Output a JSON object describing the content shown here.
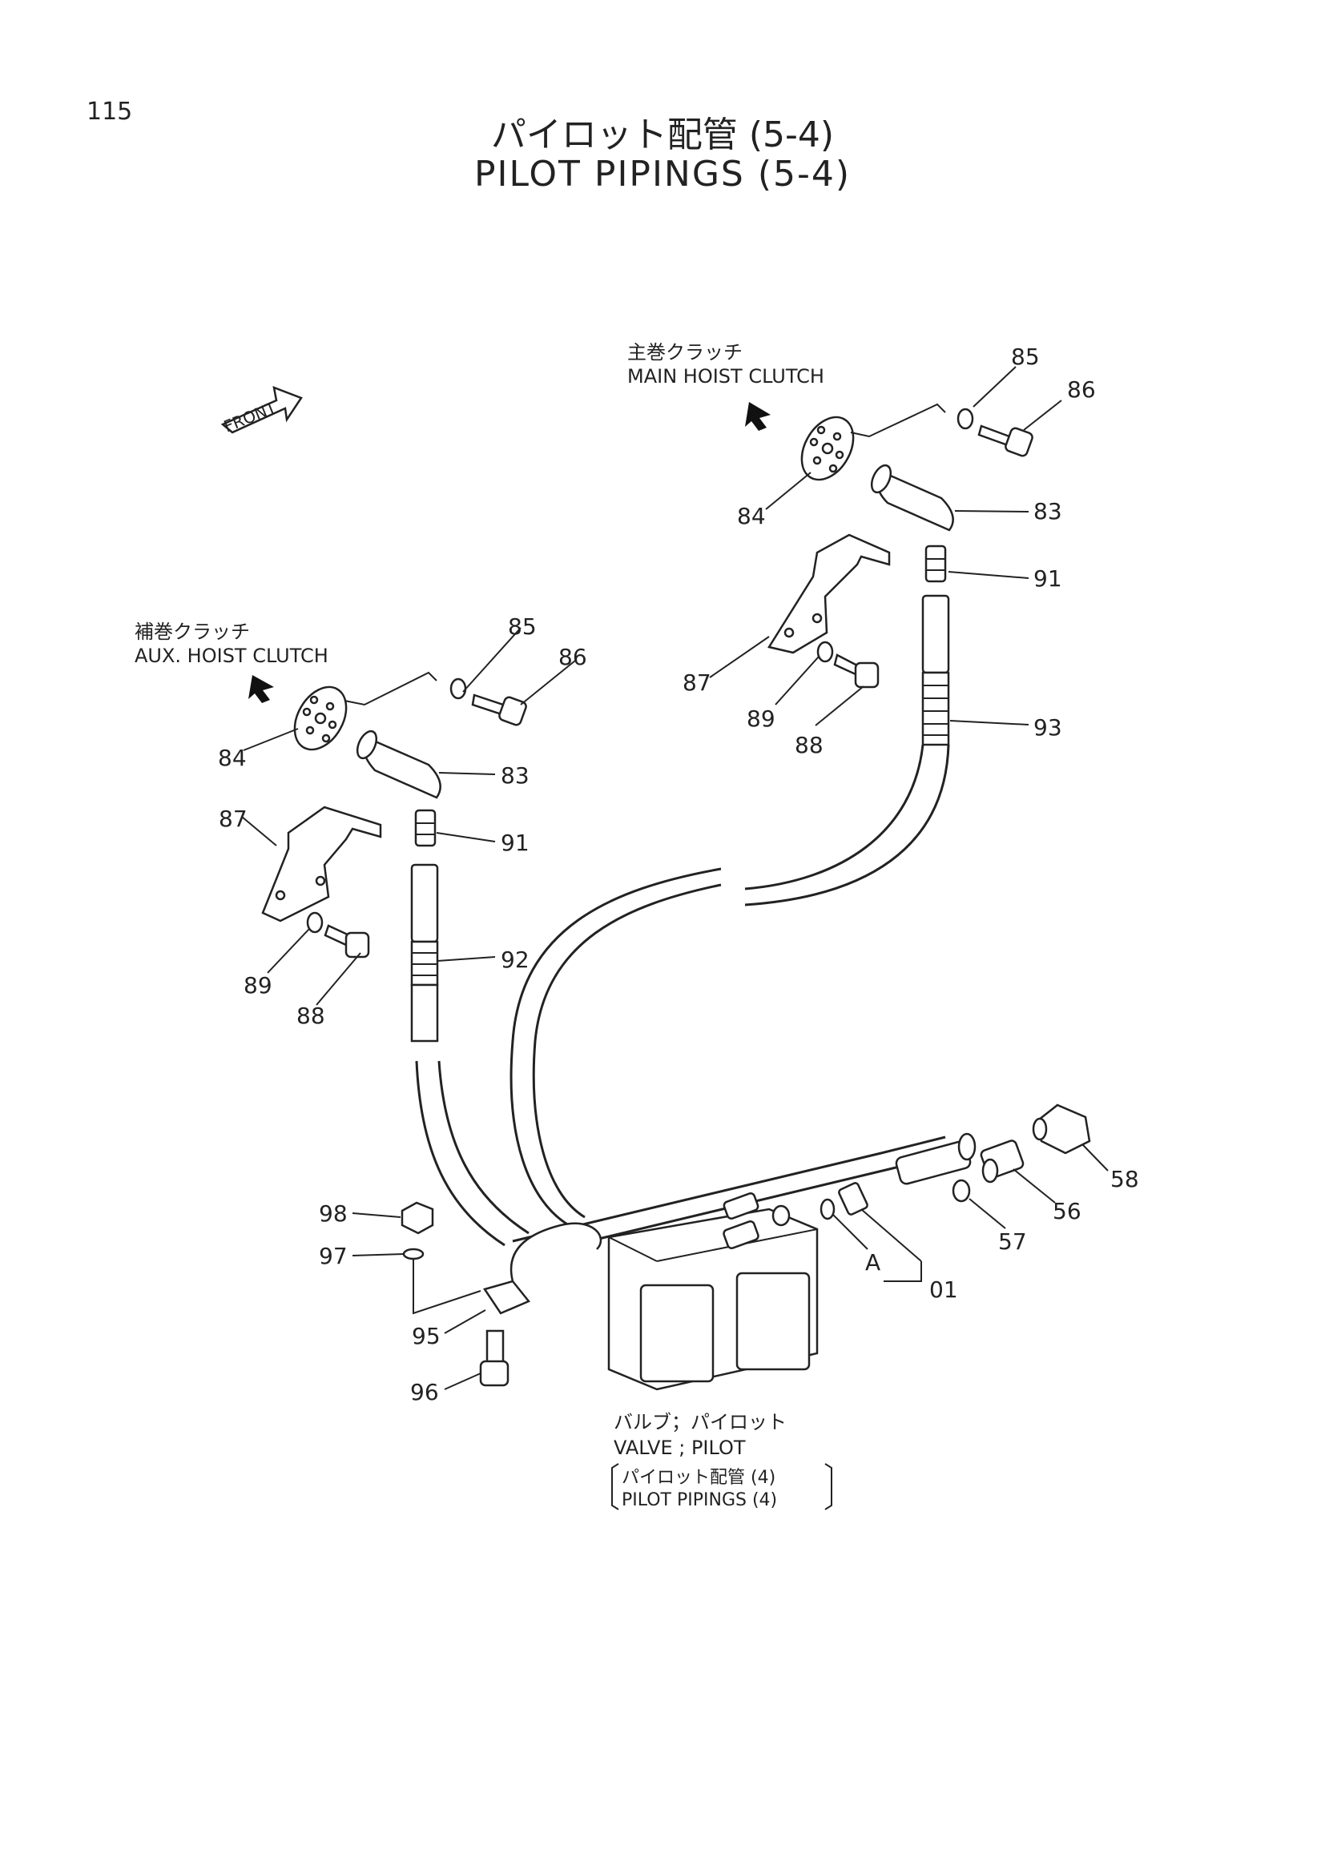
{
  "page_number": "115",
  "title_jp": "パイロット配管 (5-4)",
  "title_en": "PILOT PIPINGS (5-4)",
  "front_label": "FRONT",
  "main_hoist": {
    "jp": "主巻クラッチ",
    "en": "MAIN HOIST CLUTCH"
  },
  "aux_hoist": {
    "jp": "補巻クラッチ",
    "en": "AUX. HOIST CLUTCH"
  },
  "valve": {
    "jp": "バルブ；パイロット",
    "en": "VALVE ; PILOT",
    "ref_jp": "パイロット配管 (4)",
    "ref_en": "PILOT PIPINGS (4)"
  },
  "callouts": {
    "p85": "85",
    "p86": "86",
    "p84": "84",
    "p83": "83",
    "p91": "91",
    "p93": "93",
    "p87": "87",
    "p89": "89",
    "p88": "88",
    "p92": "92",
    "p98": "98",
    "p97": "97",
    "p95": "95",
    "p96": "96",
    "p58": "58",
    "p56": "56",
    "p57": "57",
    "pA": "A",
    "p01": "01"
  }
}
